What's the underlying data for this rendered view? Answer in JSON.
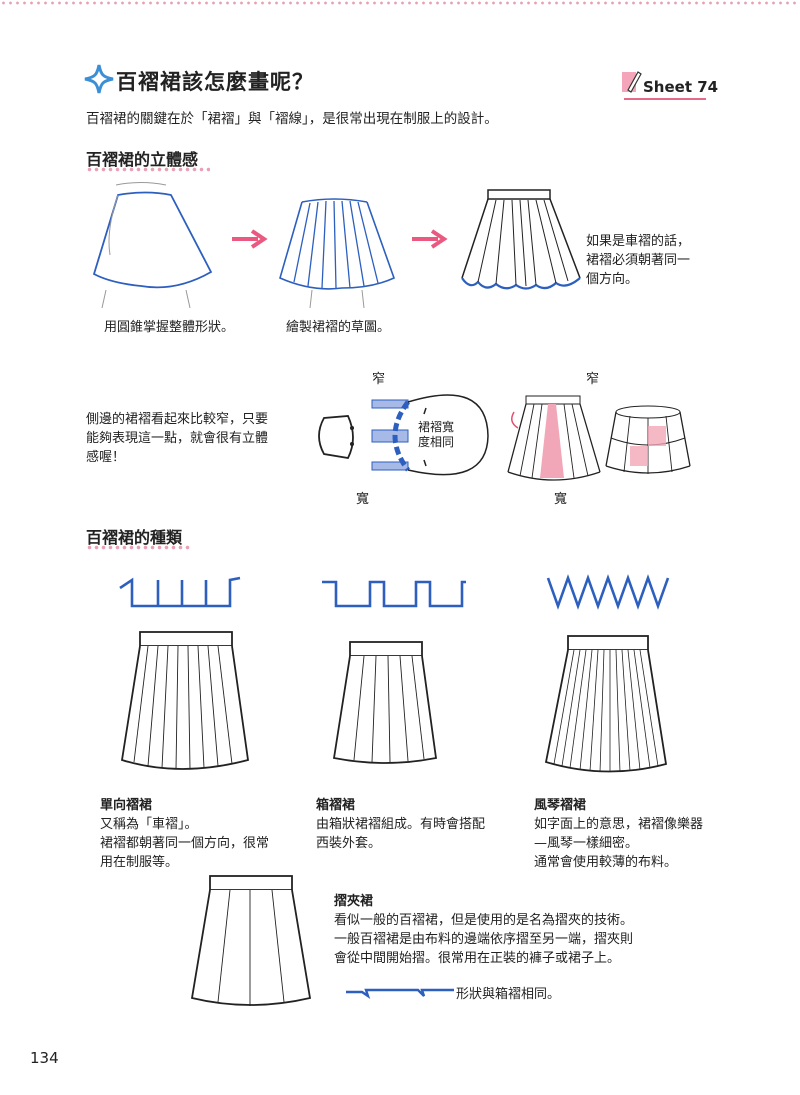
{
  "header": {
    "title": "百褶裙該怎麼畫呢？",
    "sheet": "Sheet 74"
  },
  "intro": "百褶裙的關鍵在於「裙褶」與「褶線」，是很常出現在制服上的設計。",
  "section1": {
    "heading": "百褶裙的立體感",
    "caption_cone": "用圓錐掌握整體形狀。",
    "caption_sketch": "繪製裙褶的草圖。",
    "note_direction": [
      "如果是車褶的話，",
      "裙褶必須朝著同一",
      "個方向。"
    ],
    "note_side": [
      "側邊的裙褶看起來比較窄，只要",
      "能夠表現這一點，就會很有立體",
      "感喔！"
    ],
    "label_narrow_1": "窄",
    "label_wide_1": "寬",
    "label_same_width": [
      "裙褶寬",
      "度相同"
    ],
    "label_narrow_2": "窄",
    "label_wide_2": "寬"
  },
  "section2": {
    "heading": "百褶裙的種類",
    "types": [
      {
        "name": "單向褶裙",
        "desc": [
          "又稱為「車褶」。",
          "裙褶都朝著同一個方向，很常",
          "用在制服等。"
        ]
      },
      {
        "name": "箱褶裙",
        "desc": [
          "由箱狀裙褶組成。有時會搭配",
          "西裝外套。"
        ]
      },
      {
        "name": "風琴褶裙",
        "desc": [
          "如字面上的意思，裙褶像樂器",
          "—風琴一樣細密。",
          "通常會使用較薄的布料。"
        ]
      },
      {
        "name": "摺夾裙",
        "desc": [
          "看似一般的百褶裙，但是使用的是名為摺夾的技術。",
          "一般百褶裙是由布料的邊端依序摺至另一端，摺夾則",
          "會從中間開始摺。很常用在正裝的褲子或裙子上。"
        ]
      }
    ],
    "shape_note": "形狀與箱褶相同。"
  },
  "page_number": "134",
  "colors": {
    "accent_pink": "#e56a8a",
    "line_blue": "#2d5fbf",
    "pink_fill": "#f2a7b8"
  }
}
